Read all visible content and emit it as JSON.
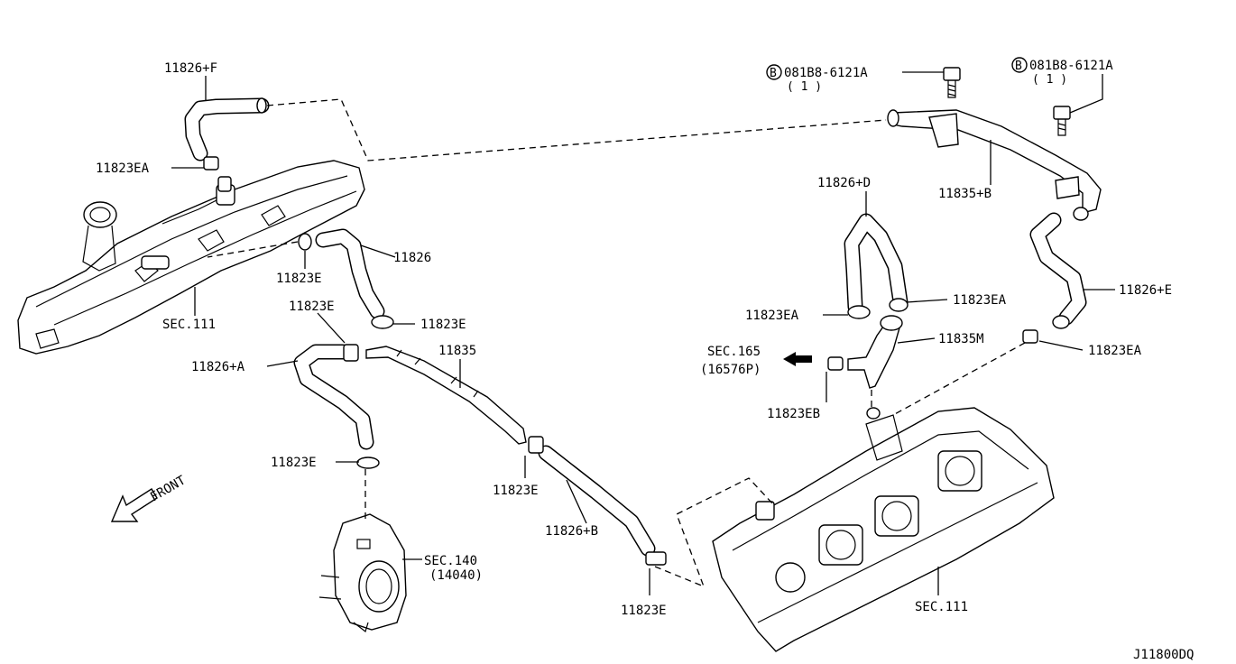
{
  "diagram_code": "J11800DQ",
  "callouts": {
    "hose_f": "11826+F",
    "clamp_ea_left": "11823EA",
    "clamp_e_top": "11823E",
    "hose_plain": "11826",
    "sec111_left": "SEC.111",
    "clamp_e_mid": "11823E",
    "clamp_e_right": "11823E",
    "hose_a": "11826+A",
    "tube_11835": "11835",
    "clamp_e_lower": "11823E",
    "clamp_e_center": "11823E",
    "hose_b": "11826+B",
    "clamp_e_bottom": "11823E",
    "sec140": "SEC.140",
    "sec140_ref": "(14040)",
    "front_label": "FRONT",
    "bolt1_part": "081B8-6121A",
    "bolt1_qty": "( 1 )",
    "bolt2_part": "081B8-6121A",
    "bolt2_qty": "( 1 )",
    "bolt_symbol": "B",
    "hose_d": "11826+D",
    "tube_b": "11835+B",
    "clamp_ea_r1": "11823EA",
    "clamp_ea_r2": "11823EA",
    "hose_e": "11826+E",
    "tube_m": "11835M",
    "clamp_ea_r3": "11823EA",
    "sec165": "SEC.165",
    "sec165_ref": "(16576P)",
    "clamp_eb": "11823EB",
    "sec111_right": "SEC.111"
  }
}
